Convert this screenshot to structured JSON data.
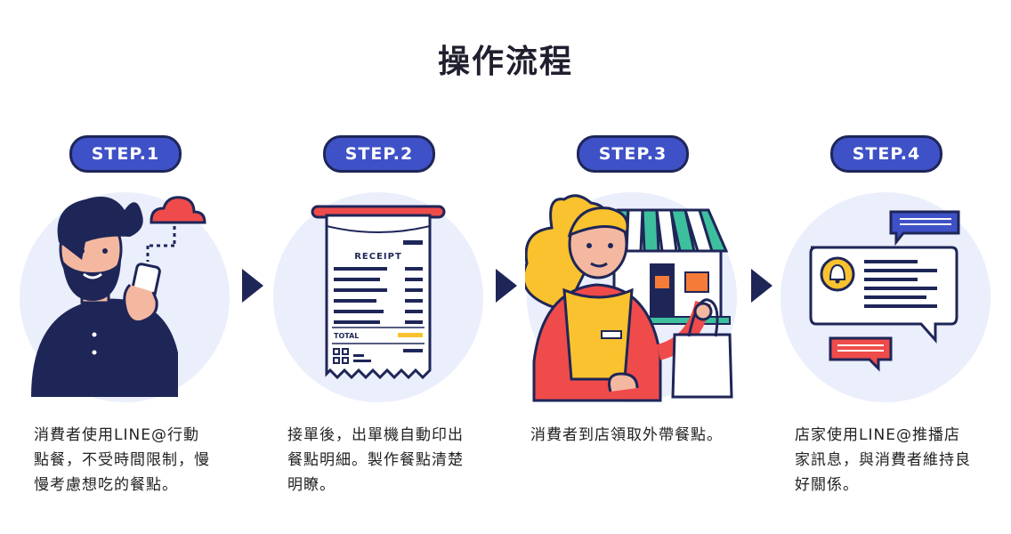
{
  "title": "操作流程",
  "steps": [
    {
      "badge": "STEP.1",
      "text": "消費者使用LINE@行動\n點餐，不受時間限制，慢\n慢考慮想吃的餐點。"
    },
    {
      "badge": "STEP.2",
      "text": "接單後，出單機自動印出\n餐點明細。製作餐點清楚\n明瞭。"
    },
    {
      "badge": "STEP.3",
      "text": "消費者到店領取外帶餐點。"
    },
    {
      "badge": "STEP.4",
      "text": "店家使用LINE@推播店\n家訊息，與消費者維持良\n好關係。"
    }
  ],
  "receipt": {
    "heading": "RECEIPT",
    "total_label": "TOTAL"
  },
  "colors": {
    "accent": "#3f51c6",
    "navy": "#1e2658",
    "circle": "#ebeefb",
    "red": "#ef4b4b",
    "yellow": "#f9c22e",
    "green": "#3dbf9e",
    "orange": "#f57c38"
  }
}
